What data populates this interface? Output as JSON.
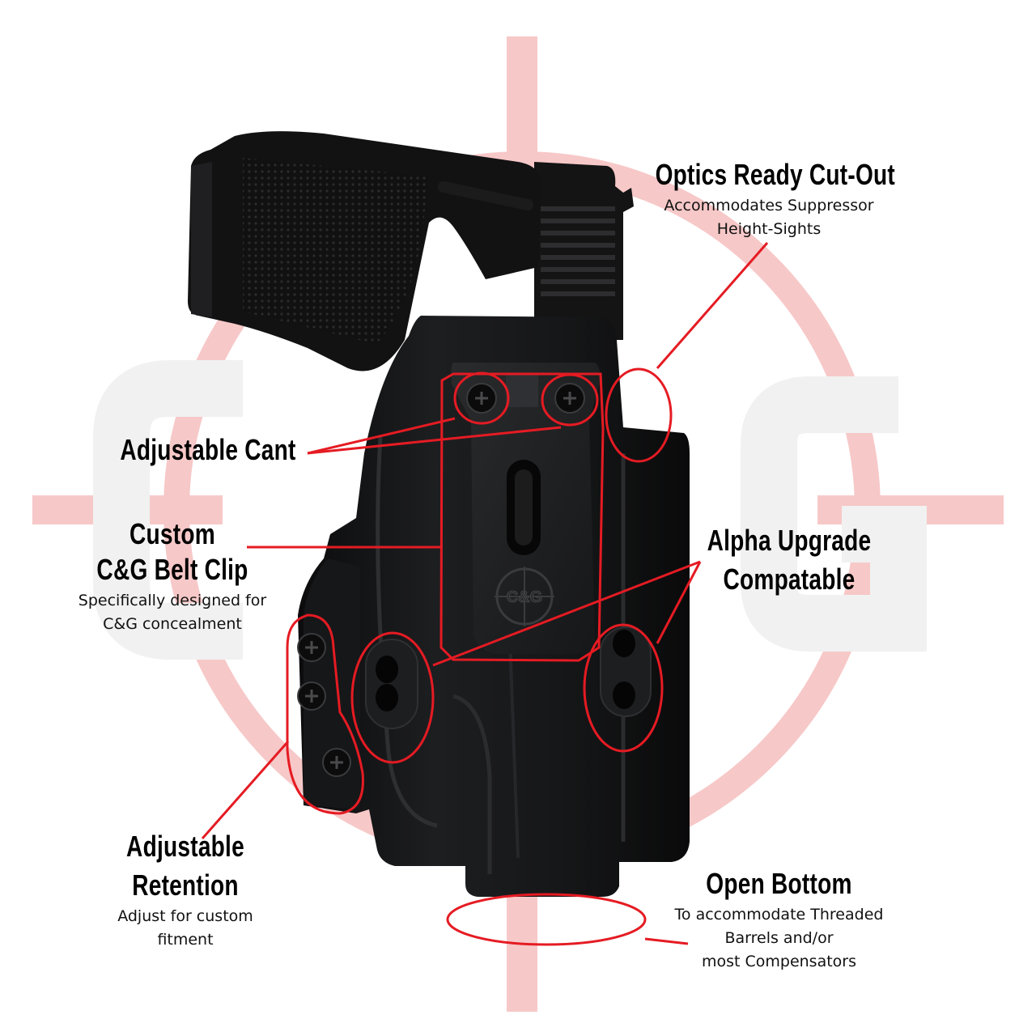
{
  "brand": {
    "logo_text": "C&G",
    "accent_color": "#e51b23",
    "watermark_color": "#f7c8c8"
  },
  "callouts": {
    "optics": {
      "title": "Optics Ready Cut-Out",
      "lines": [
        "Accommodates Suppressor",
        "Height-Sights"
      ]
    },
    "cant": {
      "title": "Adjustable Cant"
    },
    "belt_clip": {
      "title_lines": [
        "Custom",
        "C&G Belt Clip"
      ],
      "lines": [
        "Specifically designed for",
        "C&G concealment"
      ]
    },
    "alpha": {
      "title_lines": [
        "Alpha Upgrade",
        "Compatable"
      ]
    },
    "retention": {
      "title_lines": [
        "Adjustable",
        "Retention"
      ],
      "lines": [
        "Adjust for custom",
        "fitment"
      ]
    },
    "open_bottom": {
      "title": "Open Bottom",
      "lines": [
        "To accommodate Threaded",
        "Barrels and/or",
        "most Compensators"
      ]
    }
  }
}
